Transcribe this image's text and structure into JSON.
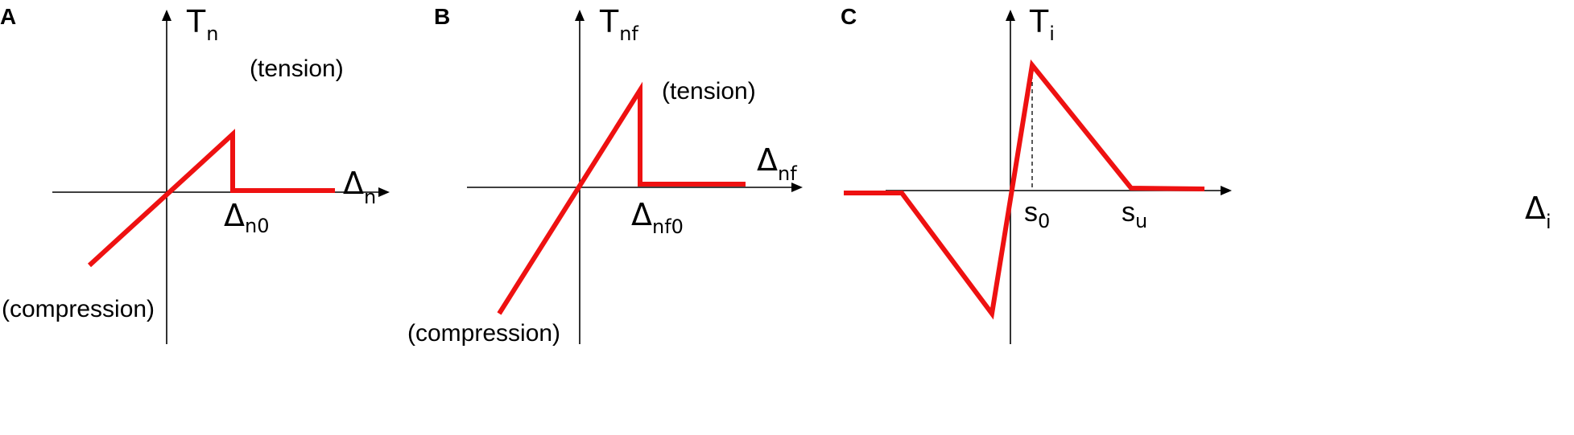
{
  "colors": {
    "curve": "#ee1111",
    "axis": "#000000"
  },
  "panels": [
    {
      "letter": "A",
      "y_axis_symbol": "T",
      "y_axis_sub": "n",
      "x_axis_symbol": "Δ",
      "x_axis_sub": "n",
      "tension_label": "(tension)",
      "compression_label": "(compression)",
      "marker_symbol": "Δ",
      "marker_sub": "n0"
    },
    {
      "letter": "B",
      "y_axis_symbol": "T",
      "y_axis_sub": "nf",
      "x_axis_symbol": "Δ",
      "x_axis_sub": "nf",
      "tension_label": "(tension)",
      "compression_label": "(compression)",
      "marker_symbol": "Δ",
      "marker_sub": "nf0"
    },
    {
      "letter": "C",
      "y_axis_symbol": "T",
      "y_axis_sub": "i",
      "x_axis_symbol": "Δ",
      "x_axis_sub": "i",
      "s0_symbol": "s",
      "s0_sub": "0",
      "su_symbol": "s",
      "su_sub": "u"
    }
  ]
}
